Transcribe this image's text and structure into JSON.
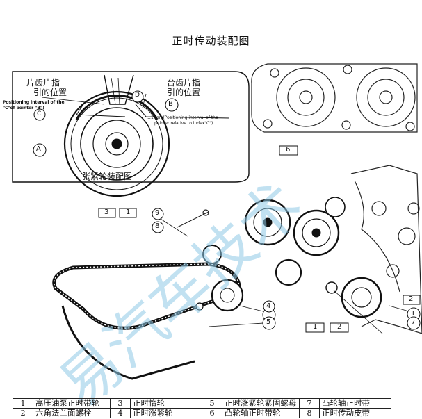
{
  "title": "正时传动装配图",
  "inset": {
    "left_heading": "片齿片指",
    "left_heading_2": "引的位置",
    "right_heading": "台齿片指",
    "right_heading_2": "引的位置",
    "caption": "张紧轮装配图",
    "note_left": "Positioning interval of the",
    "note_left_2": "\"C\"of pointer \"B\")",
    "note_right": "±1 mm(Positioning interval of the",
    "note_right_2": "pointer relative to index\"C\")",
    "labels": {
      "a": "A",
      "b": "B",
      "c": "C",
      "d": "D"
    }
  },
  "callouts": {
    "c1": "1",
    "c2": "2",
    "c3": "3",
    "c4": "4",
    "c5": "5",
    "c6": "6",
    "c7": "7",
    "c8": "8",
    "c9": "9"
  },
  "legend": [
    [
      {
        "n": "1",
        "t": "高压油泵正时带轮"
      },
      {
        "n": "3",
        "t": "正时惰轮"
      },
      {
        "n": "5",
        "t": "正时涨紧轮紧固螺母"
      },
      {
        "n": "7",
        "t": "凸轮轴正时带"
      }
    ],
    [
      {
        "n": "2",
        "t": "六角法兰面螺栓"
      },
      {
        "n": "4",
        "t": "正时涨紧轮"
      },
      {
        "n": "6",
        "t": "凸轮轴正时带轮"
      },
      {
        "n": "8",
        "t": "正时传动皮带"
      }
    ]
  ],
  "watermark": "易汽车技术"
}
